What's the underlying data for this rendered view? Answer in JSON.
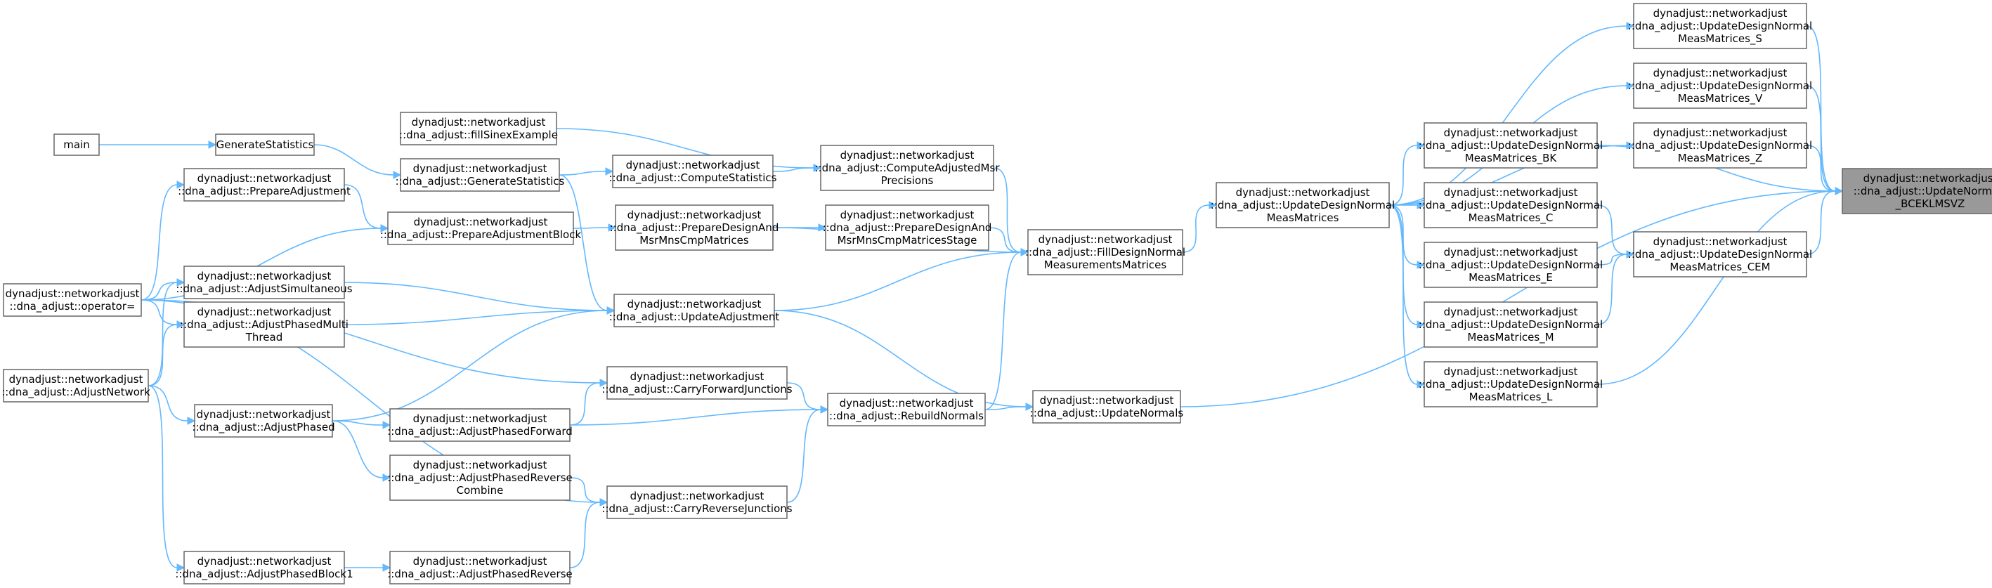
{
  "graph": {
    "edge_color": "#63b8ff",
    "node_border": "#666666",
    "root_fill": "#999999",
    "nodes": [
      {
        "id": "root",
        "root": true,
        "lines": [
          "dynadjust::networkadjust",
          "::dna_adjust::UpdateNormals",
          "_BCEKLMSVZ"
        ]
      },
      {
        "id": "udn_s",
        "lines": [
          "dynadjust::networkadjust",
          "::dna_adjust::UpdateDesignNormal",
          "MeasMatrices_S"
        ]
      },
      {
        "id": "udn_v",
        "lines": [
          "dynadjust::networkadjust",
          "::dna_adjust::UpdateDesignNormal",
          "MeasMatrices_V"
        ]
      },
      {
        "id": "udn_z",
        "lines": [
          "dynadjust::networkadjust",
          "::dna_adjust::UpdateDesignNormal",
          "MeasMatrices_Z"
        ]
      },
      {
        "id": "udn_cem",
        "lines": [
          "dynadjust::networkadjust",
          "::dna_adjust::UpdateDesignNormal",
          "MeasMatrices_CEM"
        ]
      },
      {
        "id": "udn_bk",
        "lines": [
          "dynadjust::networkadjust",
          "::dna_adjust::UpdateDesignNormal",
          "MeasMatrices_BK"
        ]
      },
      {
        "id": "udn_c",
        "lines": [
          "dynadjust::networkadjust",
          "::dna_adjust::UpdateDesignNormal",
          "MeasMatrices_C"
        ]
      },
      {
        "id": "udn_e",
        "lines": [
          "dynadjust::networkadjust",
          "::dna_adjust::UpdateDesignNormal",
          "MeasMatrices_E"
        ]
      },
      {
        "id": "udn_m",
        "lines": [
          "dynadjust::networkadjust",
          "::dna_adjust::UpdateDesignNormal",
          "MeasMatrices_M"
        ]
      },
      {
        "id": "udn_l",
        "lines": [
          "dynadjust::networkadjust",
          "::dna_adjust::UpdateDesignNormal",
          "MeasMatrices_L"
        ]
      },
      {
        "id": "udn_main",
        "lines": [
          "dynadjust::networkadjust",
          "::dna_adjust::UpdateDesignNormal",
          "MeasMatrices"
        ]
      },
      {
        "id": "fill_dn",
        "lines": [
          "dynadjust::networkadjust",
          "::dna_adjust::FillDesignNormal",
          "MeasurementsMatrices"
        ]
      },
      {
        "id": "update_normals",
        "lines": [
          "dynadjust::networkadjust",
          "::dna_adjust::UpdateNormals"
        ]
      },
      {
        "id": "cam_prec",
        "lines": [
          "dynadjust::networkadjust",
          "::dna_adjust::ComputeAdjustedMsr",
          "Precisions"
        ]
      },
      {
        "id": "pd_stage",
        "lines": [
          "dynadjust::networkadjust",
          "::dna_adjust::PrepareDesignAnd",
          "MsrMnsCmpMatricesStage"
        ]
      },
      {
        "id": "rebuild",
        "lines": [
          "dynadjust::networkadjust",
          "::dna_adjust::RebuildNormals"
        ]
      },
      {
        "id": "fill_sinex",
        "lines": [
          "dynadjust::networkadjust",
          "::dna_adjust::fillSinexExample"
        ]
      },
      {
        "id": "compute_stats",
        "lines": [
          "dynadjust::networkadjust",
          "::dna_adjust::ComputeStatistics"
        ]
      },
      {
        "id": "pd_mats",
        "lines": [
          "dynadjust::networkadjust",
          "::dna_adjust::PrepareDesignAnd",
          "MsrMnsCmpMatrices"
        ]
      },
      {
        "id": "update_adj",
        "lines": [
          "dynadjust::networkadjust",
          "::dna_adjust::UpdateAdjustment"
        ]
      },
      {
        "id": "cfj",
        "lines": [
          "dynadjust::networkadjust",
          "::dna_adjust::CarryForwardJunctions"
        ]
      },
      {
        "id": "crj",
        "lines": [
          "dynadjust::networkadjust",
          "::dna_adjust::CarryReverseJunctions"
        ]
      },
      {
        "id": "gen_stats_ns",
        "lines": [
          "dynadjust::networkadjust",
          "::dna_adjust::GenerateStatistics"
        ]
      },
      {
        "id": "prep_adj_block",
        "lines": [
          "dynadjust::networkadjust",
          "::dna_adjust::PrepareAdjustmentBlock"
        ]
      },
      {
        "id": "apf",
        "lines": [
          "dynadjust::networkadjust",
          "::dna_adjust::AdjustPhasedForward"
        ]
      },
      {
        "id": "aprc",
        "lines": [
          "dynadjust::networkadjust",
          "::dna_adjust::AdjustPhasedReverse",
          "Combine"
        ]
      },
      {
        "id": "apr",
        "lines": [
          "dynadjust::networkadjust",
          "::dna_adjust::AdjustPhasedReverse"
        ]
      },
      {
        "id": "gen_stats",
        "lines": [
          "GenerateStatistics"
        ]
      },
      {
        "id": "prep_adj",
        "lines": [
          "dynadjust::networkadjust",
          "::dna_adjust::PrepareAdjustment"
        ]
      },
      {
        "id": "adj_sim",
        "lines": [
          "dynadjust::networkadjust",
          "::dna_adjust::AdjustSimultaneous"
        ]
      },
      {
        "id": "apmt",
        "lines": [
          "dynadjust::networkadjust",
          "::dna_adjust::AdjustPhasedMulti",
          "Thread"
        ]
      },
      {
        "id": "adj_phased",
        "lines": [
          "dynadjust::networkadjust",
          "::dna_adjust::AdjustPhased"
        ]
      },
      {
        "id": "apb1",
        "lines": [
          "dynadjust::networkadjust",
          "::dna_adjust::AdjustPhasedBlock1"
        ]
      },
      {
        "id": "main",
        "lines": [
          "main"
        ]
      },
      {
        "id": "op_eq",
        "lines": [
          "dynadjust::networkadjust",
          "::dna_adjust::operator="
        ]
      },
      {
        "id": "adj_network",
        "lines": [
          "dynadjust::networkadjust",
          "::dna_adjust::AdjustNetwork"
        ]
      }
    ],
    "edges": [
      [
        "udn_s",
        "root"
      ],
      [
        "udn_v",
        "root"
      ],
      [
        "udn_z",
        "root"
      ],
      [
        "udn_bk",
        "root"
      ],
      [
        "udn_cem",
        "root"
      ],
      [
        "udn_l",
        "root"
      ],
      [
        "update_normals",
        "root"
      ],
      [
        "udn_c",
        "udn_cem"
      ],
      [
        "udn_e",
        "udn_cem"
      ],
      [
        "udn_m",
        "udn_cem"
      ],
      [
        "udn_main",
        "udn_s"
      ],
      [
        "udn_main",
        "udn_v"
      ],
      [
        "udn_main",
        "udn_z"
      ],
      [
        "udn_main",
        "udn_bk"
      ],
      [
        "udn_main",
        "udn_c"
      ],
      [
        "udn_main",
        "udn_e"
      ],
      [
        "udn_main",
        "udn_m"
      ],
      [
        "udn_main",
        "udn_l"
      ],
      [
        "fill_dn",
        "udn_main"
      ],
      [
        "cam_prec",
        "fill_dn"
      ],
      [
        "pd_stage",
        "fill_dn"
      ],
      [
        "pd_mats",
        "fill_dn"
      ],
      [
        "update_adj",
        "fill_dn"
      ],
      [
        "rebuild",
        "fill_dn"
      ],
      [
        "rebuild",
        "update_normals"
      ],
      [
        "update_adj",
        "update_normals"
      ],
      [
        "fill_sinex",
        "cam_prec"
      ],
      [
        "compute_stats",
        "cam_prec"
      ],
      [
        "pd_mats",
        "pd_stage"
      ],
      [
        "cfj",
        "rebuild"
      ],
      [
        "crj",
        "rebuild"
      ],
      [
        "apf",
        "rebuild"
      ],
      [
        "gen_stats_ns",
        "compute_stats"
      ],
      [
        "prep_adj_block",
        "pd_mats"
      ],
      [
        "gen_stats_ns",
        "update_adj"
      ],
      [
        "adj_sim",
        "update_adj"
      ],
      [
        "apmt",
        "update_adj"
      ],
      [
        "adj_phased",
        "update_adj"
      ],
      [
        "apf",
        "cfj"
      ],
      [
        "op_eq",
        "cfj"
      ],
      [
        "aprc",
        "crj"
      ],
      [
        "apr",
        "crj"
      ],
      [
        "op_eq",
        "crj"
      ],
      [
        "gen_stats",
        "gen_stats_ns"
      ],
      [
        "prep_adj",
        "prep_adj_block"
      ],
      [
        "op_eq",
        "prep_adj_block"
      ],
      [
        "adj_phased",
        "apf"
      ],
      [
        "adj_phased",
        "aprc"
      ],
      [
        "apb1",
        "apr"
      ],
      [
        "main",
        "gen_stats"
      ],
      [
        "op_eq",
        "prep_adj"
      ],
      [
        "op_eq",
        "adj_sim"
      ],
      [
        "op_eq",
        "apmt"
      ],
      [
        "adj_network",
        "adj_sim"
      ],
      [
        "adj_network",
        "apmt"
      ],
      [
        "adj_network",
        "adj_phased"
      ],
      [
        "adj_network",
        "apb1"
      ]
    ]
  }
}
